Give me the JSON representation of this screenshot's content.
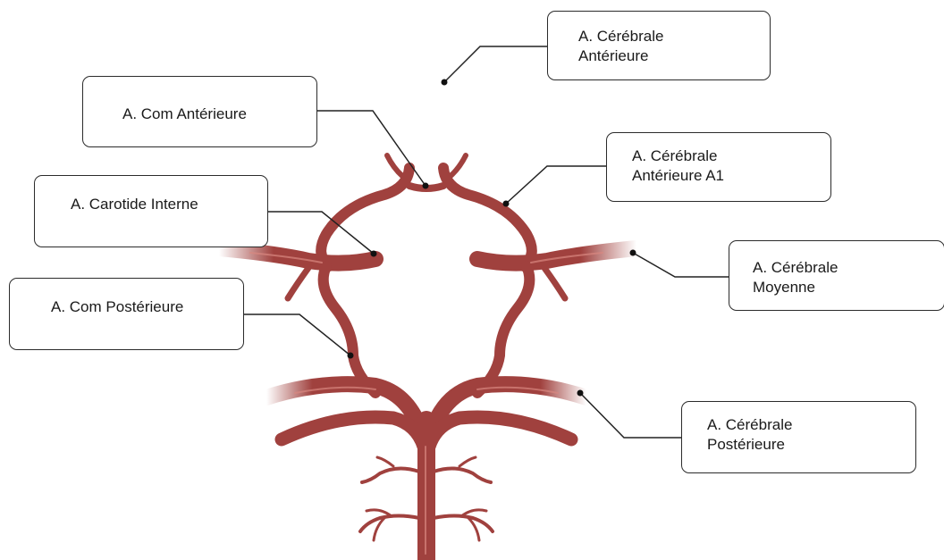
{
  "labels": {
    "cerebrale_anterieure": [
      "A. Cérébrale",
      "Antérieure"
    ],
    "com_anterieure": "A. Com Antérieure",
    "cerebrale_anterieure_a1": [
      "A. Cérébrale",
      "Antérieure A1"
    ],
    "carotide_interne": "A. Carotide Interne",
    "cerebrale_moyenne": [
      "A. Cérébrale",
      "Moyenne"
    ],
    "com_posterieure": "A. Com Postérieure",
    "cerebrale_posterieure": [
      "A. Cérébrale",
      "Postérieure"
    ]
  },
  "colors": {
    "artery": "#a0413e",
    "artery_highlight": "#d98880",
    "box_border": "#2b2b2b",
    "leader_line": "#222222"
  }
}
